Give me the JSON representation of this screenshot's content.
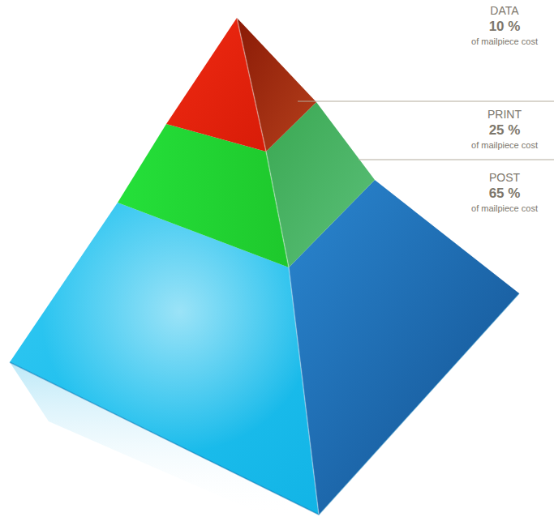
{
  "diagram": {
    "labels": [
      "DATA",
      "10 %",
      "of mailpiece cost",
      "PRINT",
      "25 %",
      "of mailpiece cost",
      "POST",
      "65 %",
      "of mailpiece cost"
    ]
  }
}
